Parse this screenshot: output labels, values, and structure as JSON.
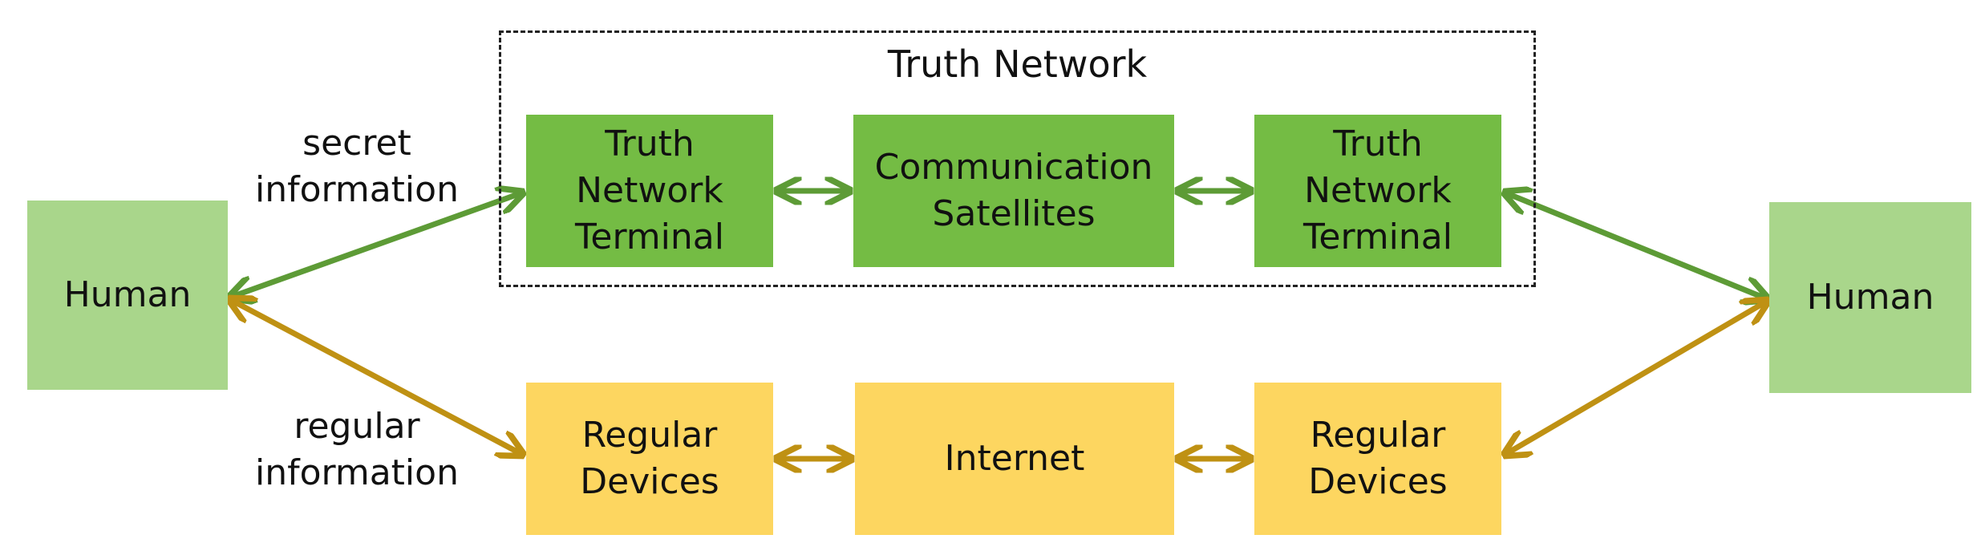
{
  "colors": {
    "human_fill": "#A9D68B",
    "truth_fill": "#74BC44",
    "regular_fill": "#FDD660",
    "truth_arrow": "#5D9B36",
    "regular_arrow": "#BF9113"
  },
  "group": {
    "title": "Truth Network"
  },
  "nodes": {
    "human_left": {
      "lines": [
        "Human"
      ]
    },
    "human_right": {
      "lines": [
        "Human"
      ]
    },
    "truth_terminal_left": {
      "lines": [
        "Truth",
        "Network",
        "Terminal"
      ]
    },
    "satellites": {
      "lines": [
        "Communication",
        "Satellites"
      ]
    },
    "truth_terminal_right": {
      "lines": [
        "Truth",
        "Network",
        "Terminal"
      ]
    },
    "regular_devices_left": {
      "lines": [
        "Regular",
        "Devices"
      ]
    },
    "internet": {
      "lines": [
        "Internet"
      ]
    },
    "regular_devices_right": {
      "lines": [
        "Regular",
        "Devices"
      ]
    }
  },
  "labels": {
    "secret": [
      "secret",
      "information"
    ],
    "regular": [
      "regular",
      "information"
    ]
  }
}
